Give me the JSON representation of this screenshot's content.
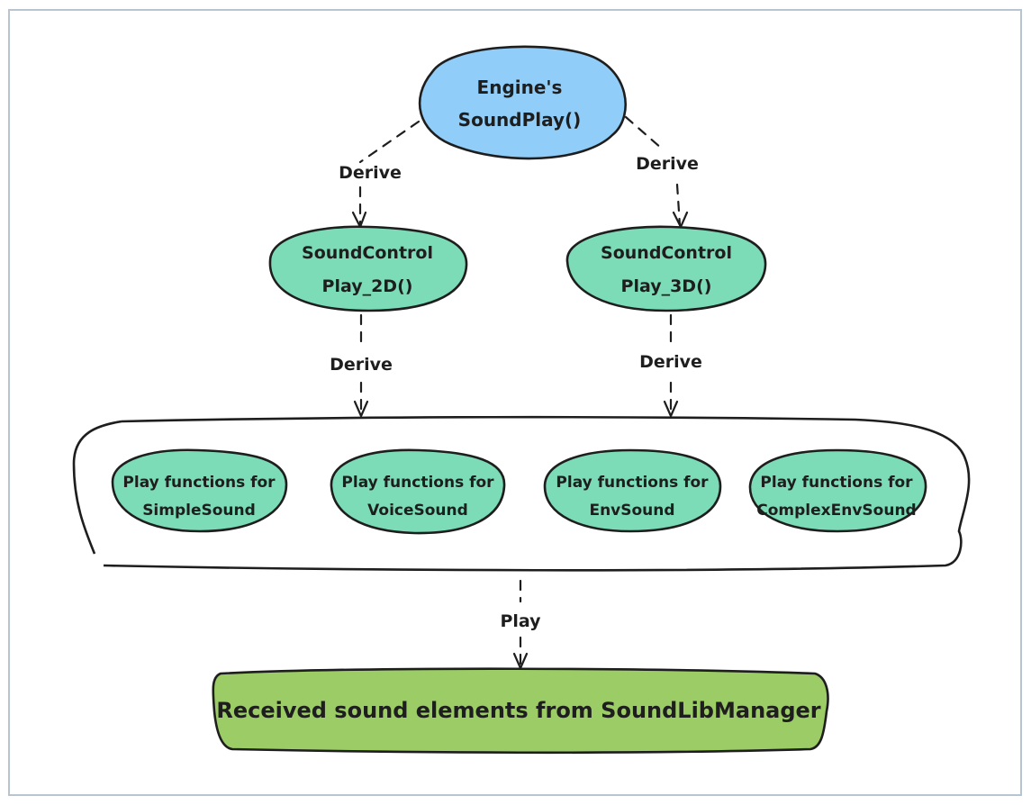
{
  "diagram": {
    "colors": {
      "root_fill": "#90cdf8",
      "control_fill": "#7ddcb8",
      "play_fill": "#7ddcb8",
      "output_fill": "#9ccc65",
      "stroke": "#1e1e1e",
      "frame_border": "#b8c4d0"
    },
    "root": {
      "line1": "Engine's",
      "line2": "SoundPlay()"
    },
    "controls": [
      {
        "line1": "SoundControl",
        "line2": "Play_2D()"
      },
      {
        "line1": "SoundControl",
        "line2": "Play_3D()"
      }
    ],
    "edges": {
      "root_to_2d": "Derive",
      "root_to_3d": "Derive",
      "2d_to_group": "Derive",
      "3d_to_group": "Derive",
      "group_to_output": "Play"
    },
    "play_functions": [
      {
        "line1": "Play functions for",
        "line2": "SimpleSound"
      },
      {
        "line1": "Play functions for",
        "line2": "VoiceSound"
      },
      {
        "line1": "Play functions for",
        "line2": "EnvSound"
      },
      {
        "line1": "Play functions for",
        "line2": "ComplexEnvSound"
      }
    ],
    "output": {
      "label": "Received sound elements from SoundLibManager"
    }
  }
}
